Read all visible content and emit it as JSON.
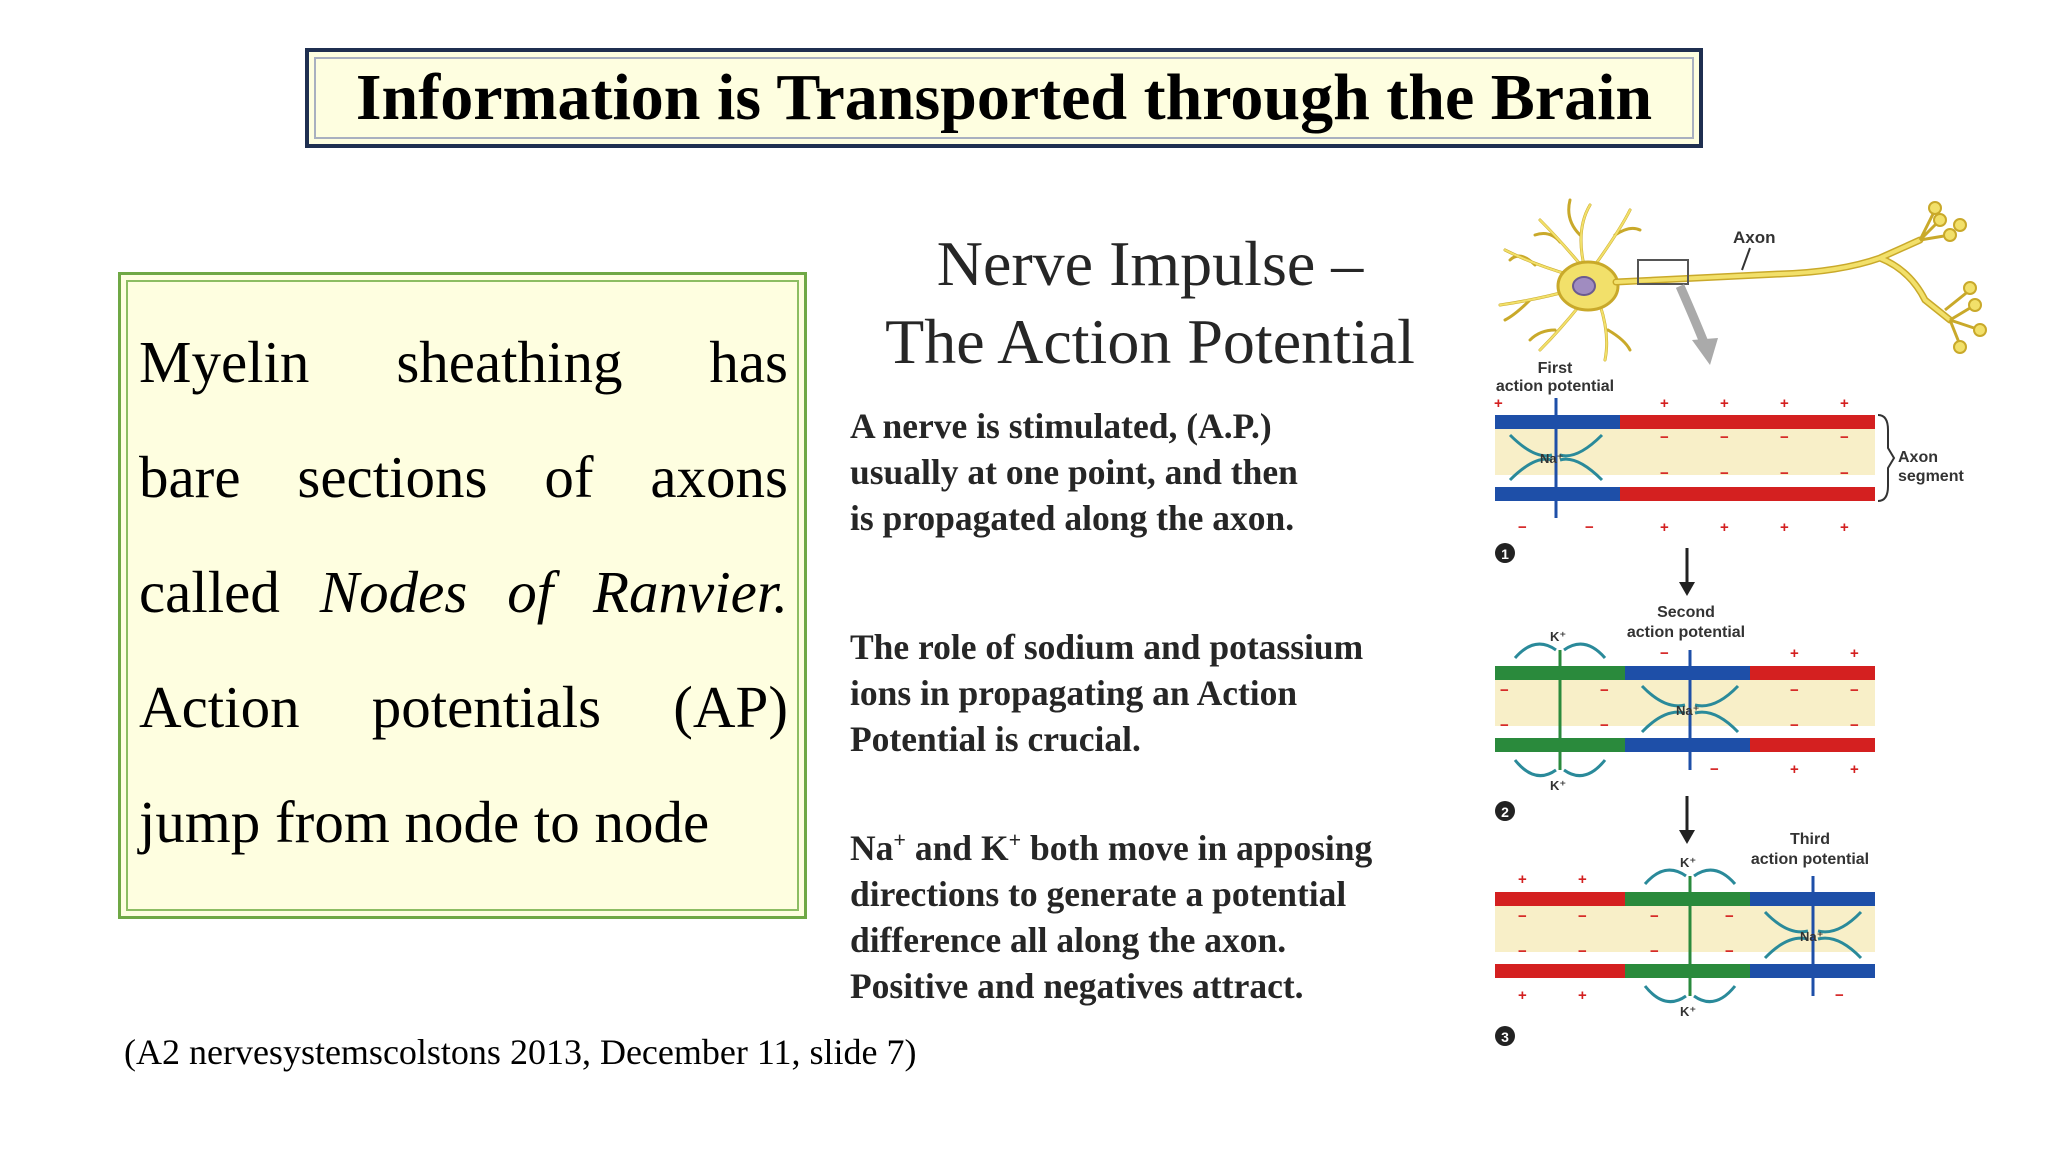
{
  "title": "Information is Transported through the Brain",
  "left_box": {
    "line1": "Myelin sheathing has",
    "line2": "bare sections of axons",
    "line3_prefix": "called ",
    "line3_italic": "Nodes of Ranvier.",
    "line4": "Action potentials (AP)",
    "line5": "jump from node to node"
  },
  "center": {
    "title_line1": "Nerve Impulse –",
    "title_line2": "The Action Potential",
    "para1": [
      "A nerve is stimulated, (A.P.)",
      "usually at one point, and then",
      "is propagated along the axon."
    ],
    "para2": [
      "The role of sodium and potassium",
      "ions in propagating an Action",
      "Potential is crucial."
    ],
    "para3": {
      "na": "Na",
      "k": "K",
      "sup": "+",
      "and": " and ",
      "rest1": " both move in apposing",
      "line2": "directions to generate a potential",
      "line3": "difference all along the axon.",
      "line4": "Positive and negatives attract."
    }
  },
  "citation": "(A2 nervesystemscolstons 2013, December 11, slide 7)",
  "diagram": {
    "axon_label": "Axon",
    "first_ap_line1": "First",
    "first_ap_line2": "action potential",
    "axon_segment_line1": "Axon",
    "axon_segment_line2": "segment",
    "second_ap_line1": "Second",
    "second_ap_line2": "action potential",
    "third_ap_line1": "Third",
    "third_ap_line2": "action potential",
    "na_ion": "Na⁺",
    "k_ion": "K⁺",
    "step1": "1",
    "step2": "2",
    "step3": "3",
    "colors": {
      "resting": "#d42020",
      "depolarized": "#1e4fa8",
      "repolarized": "#2a8a3c",
      "cytoplasm": "#f8efc8",
      "neuron": "#f2e06a",
      "arrow": "#2a8a9a"
    }
  }
}
